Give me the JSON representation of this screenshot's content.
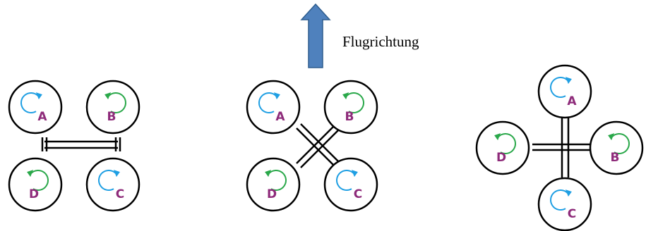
{
  "flight_direction_label": "Flugrichtung",
  "colors": {
    "outline": "#000000",
    "cw_arrow": "#1f9fe3",
    "ccw_arrow": "#2aa84a",
    "letter": "#8e2b7a",
    "flight_arrow_fill": "#4f81bd",
    "flight_arrow_stroke": "#2e5d8e"
  },
  "configurations": [
    {
      "name": "h-configuration",
      "rotors": [
        {
          "letter": "A",
          "rotation": "cw"
        },
        {
          "letter": "B",
          "rotation": "ccw"
        },
        {
          "letter": "C",
          "rotation": "cw"
        },
        {
          "letter": "D",
          "rotation": "ccw"
        }
      ]
    },
    {
      "name": "x-configuration",
      "rotors": [
        {
          "letter": "A",
          "rotation": "cw"
        },
        {
          "letter": "B",
          "rotation": "ccw"
        },
        {
          "letter": "C",
          "rotation": "cw"
        },
        {
          "letter": "D",
          "rotation": "ccw"
        }
      ]
    },
    {
      "name": "plus-configuration",
      "rotors": [
        {
          "letter": "A",
          "rotation": "cw"
        },
        {
          "letter": "B",
          "rotation": "ccw"
        },
        {
          "letter": "C",
          "rotation": "cw"
        },
        {
          "letter": "D",
          "rotation": "ccw"
        }
      ]
    }
  ]
}
